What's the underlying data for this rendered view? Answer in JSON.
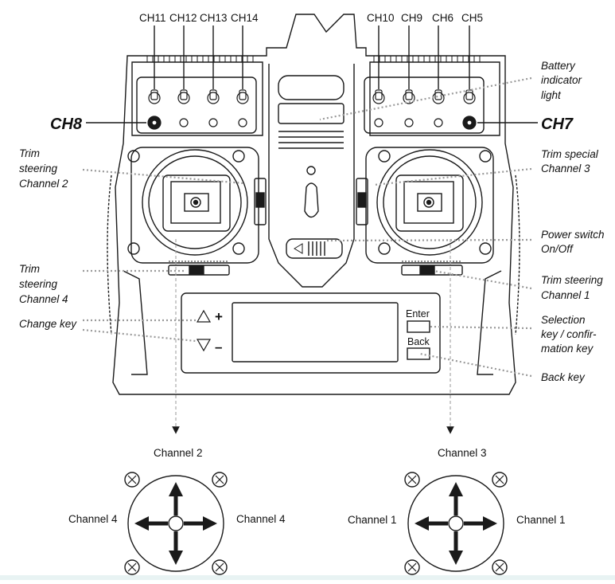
{
  "channel_labels": {
    "ch11": "CH11",
    "ch12": "CH12",
    "ch13": "CH13",
    "ch14": "CH14",
    "ch10": "CH10",
    "ch9": "CH9",
    "ch6": "CH6",
    "ch5": "CH5",
    "ch8": "CH8",
    "ch7": "CH7"
  },
  "callouts": {
    "battery": [
      "Battery",
      "indicator",
      "light"
    ],
    "trim_ch2": [
      "Trim",
      "steering",
      "Channel 2"
    ],
    "trim_special_ch3": [
      "Trim special",
      "Channel 3"
    ],
    "power_switch": [
      "Power switch",
      "On/Off"
    ],
    "trim_ch4": [
      "Trim",
      "steering",
      "Channel 4"
    ],
    "trim_ch1": [
      "Trim steering",
      "Channel 1"
    ],
    "change_key": "Change key",
    "selection_key": [
      "Selection",
      "key / confir-",
      "mation key"
    ],
    "back_key": "Back key"
  },
  "keys": {
    "plus": "+",
    "minus": "–",
    "enter": "Enter",
    "back": "Back"
  },
  "left_stick_diagram": {
    "top": "Channel 2",
    "left": "Channel 4",
    "right": "Channel 4"
  },
  "right_stick_diagram": {
    "top": "Channel 3",
    "left": "Channel 1",
    "right": "Channel 1"
  },
  "colors": {
    "line": "#1a1a1a",
    "leader": "#9a9a9a",
    "background": "#ffffff"
  }
}
